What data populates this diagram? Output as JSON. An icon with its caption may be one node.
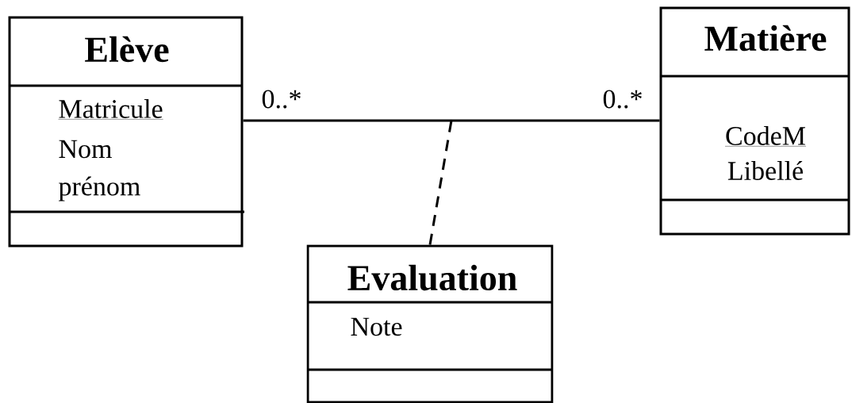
{
  "diagram": {
    "nodes": [
      {
        "text": [
          "Elève",
          "Matricule",
          "Nom",
          "prénom"
        ]
      },
      {
        "text": [
          "Matière",
          "CodeM",
          "Libellé"
        ]
      },
      {
        "text": [
          "Evaluation",
          "Note"
        ]
      }
    ],
    "edges": [
      {
        "from": 0,
        "to": 1,
        "arrow": "none"
      },
      {
        "from": 2,
        "to": null,
        "arrow": "none",
        "style": "dashed"
      }
    ],
    "labels": [
      "0..*",
      "0..*"
    ]
  }
}
